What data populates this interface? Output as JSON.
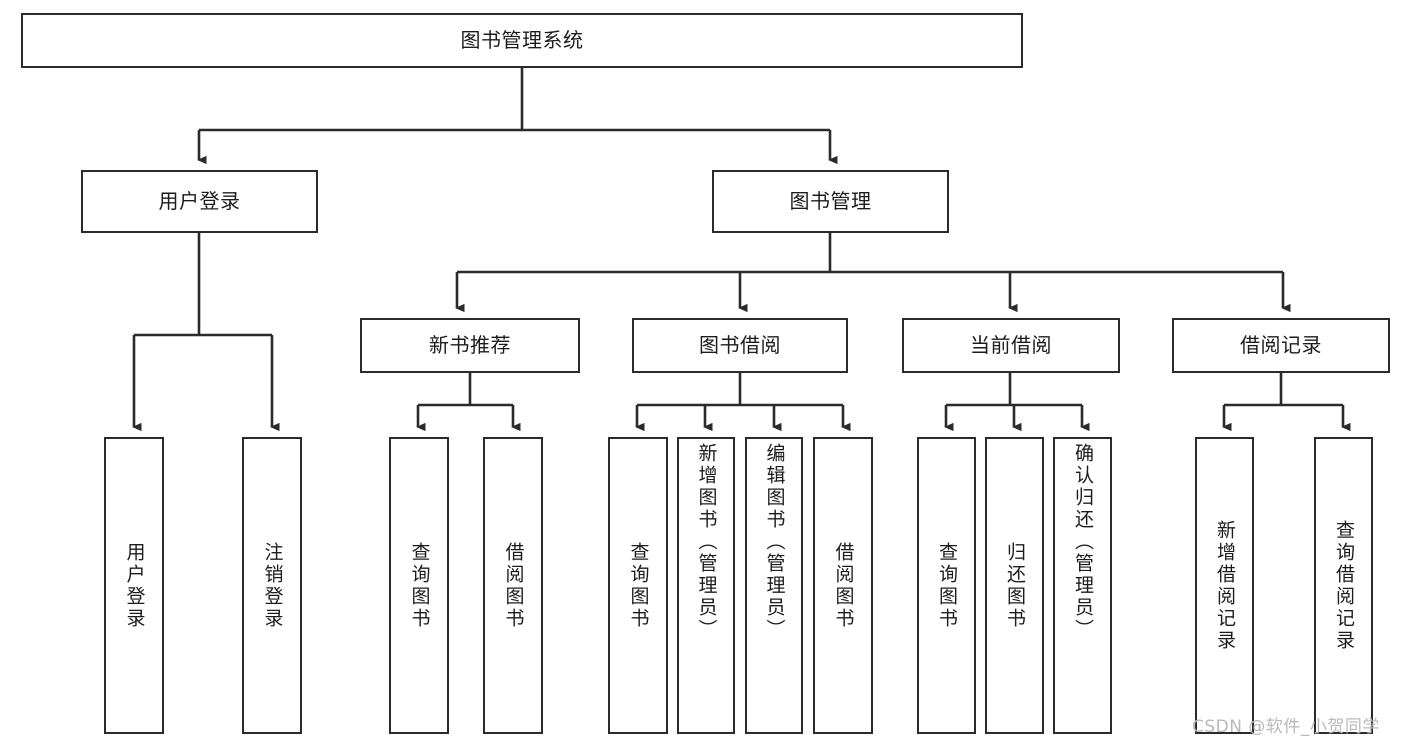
{
  "diagram": {
    "type": "hierarchy-tree",
    "title": "图书管理系统",
    "root": {
      "id": "root",
      "label": "图书管理系统"
    },
    "level2": [
      {
        "id": "user-login",
        "label": "用户登录"
      },
      {
        "id": "book-management",
        "label": "图书管理"
      }
    ],
    "level3": [
      {
        "id": "new-book-recommend",
        "label": "新书推荐",
        "parent": "book-management"
      },
      {
        "id": "book-borrow",
        "label": "图书借阅",
        "parent": "book-management"
      },
      {
        "id": "current-borrow",
        "label": "当前借阅",
        "parent": "book-management"
      },
      {
        "id": "borrow-record",
        "label": "借阅记录",
        "parent": "book-management"
      }
    ],
    "leaves": {
      "user_login": [
        {
          "id": "leaf-user-login",
          "label": "用户登录"
        },
        {
          "id": "leaf-logout",
          "label": "注销登录"
        }
      ],
      "new_book_recommend": [
        {
          "id": "leaf-query-book-1",
          "label": "查询图书"
        },
        {
          "id": "leaf-borrow-book-1",
          "label": "借阅图书"
        }
      ],
      "book_borrow": [
        {
          "id": "leaf-query-book-2",
          "label": "查询图书"
        },
        {
          "id": "leaf-add-book",
          "label": "新增图书（管理员）"
        },
        {
          "id": "leaf-edit-book",
          "label": "编辑图书（管理员）"
        },
        {
          "id": "leaf-borrow-book-2",
          "label": "借阅图书"
        }
      ],
      "current_borrow": [
        {
          "id": "leaf-query-book-3",
          "label": "查询图书"
        },
        {
          "id": "leaf-return-book",
          "label": "归还图书"
        },
        {
          "id": "leaf-confirm-return",
          "label": "确认归还（管理员）"
        }
      ],
      "borrow_record": [
        {
          "id": "leaf-add-record",
          "label": "新增借阅记录"
        },
        {
          "id": "leaf-query-record",
          "label": "查询借阅记录"
        }
      ]
    }
  },
  "watermark": {
    "text": "CSDN @软件_小贺同学"
  },
  "colors": {
    "stroke": "#2b2b2b",
    "background": "#ffffff",
    "text": "#1c1c1c",
    "watermark": "#b9b9b9"
  }
}
